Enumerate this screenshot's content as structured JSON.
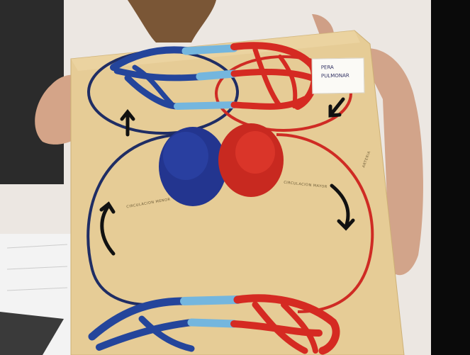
{
  "scene": {
    "colors": {
      "board": "#e6cc96",
      "oxygen_rich": "#d52a22",
      "oxygen_poor": "#1d3f93",
      "capillary_mix": "#74b6de",
      "background": "#000000"
    }
  },
  "card": {
    "line1": "PERA",
    "line2": "PULMONAR"
  },
  "board_labels": {
    "left_mid": "CIRCULACION MENOR",
    "right_mid": "CIRCULACION MAYOR",
    "right_edge": "ARTERIA"
  }
}
